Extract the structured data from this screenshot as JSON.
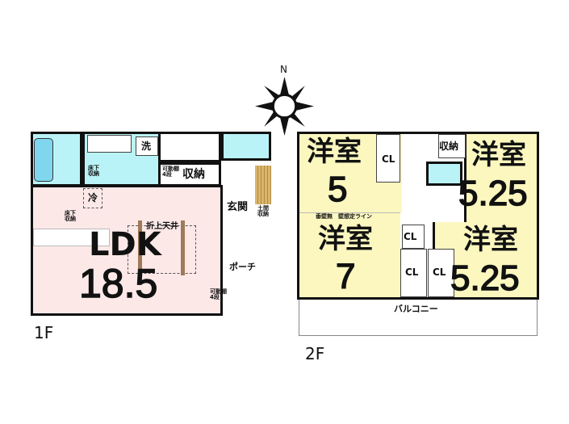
{
  "compass": {
    "label": "N"
  },
  "floor1": {
    "label": "1F",
    "ldk": "LDK",
    "ldk_size": "18.5",
    "ceiling": "折上天井",
    "wash": "洗",
    "storage": "収納",
    "fridge": "冷",
    "underfloor1": "床下\n収納",
    "underfloor2": "床下\n収納",
    "shelf1": "可動棚\n4段",
    "shelf2": "可動棚\n4段",
    "entrance": "玄関",
    "doma_storage": "土間\n収納",
    "porch": "ポーチ"
  },
  "floor2": {
    "label": "2F",
    "room1": "洋室",
    "room1_size": "5",
    "room2": "洋室",
    "room2_size": "7",
    "room3": "洋室",
    "room3_size": "5.25",
    "room4": "洋室",
    "room4_size": "5.25",
    "note": "垂壁無　壁想定ライン",
    "cl": "CL",
    "storage": "収納",
    "balcony": "バルコニー"
  },
  "colors": {
    "ldk": "#fde8e8",
    "wet": "#b9f3f8",
    "rooms": "#fbf7bf",
    "stairs": "#d9b56e"
  }
}
